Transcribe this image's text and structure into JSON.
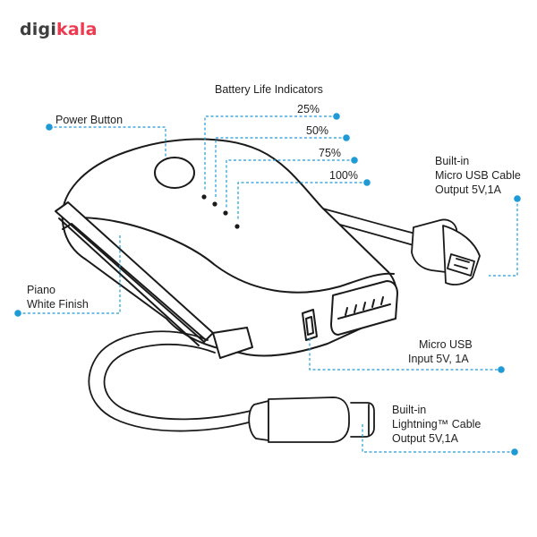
{
  "brand": {
    "logo_part1": "digi",
    "logo_part2": "kala",
    "logo_color_dark": "#3f3f3f",
    "logo_color_accent": "#ef394e"
  },
  "colors": {
    "outline": "#1a1a1a",
    "leader_line": "#1e9bd7",
    "text": "#222222"
  },
  "labels": {
    "battery_title": "Battery Life Indicators",
    "level_25": "25%",
    "level_50": "50%",
    "level_75": "75%",
    "level_100": "100%",
    "power_button": "Power Button",
    "usb_cable_line1": "Built-in",
    "usb_cable_line2": "Micro USB Cable",
    "usb_cable_line3": "Output 5V,1A",
    "finish_line1": "Piano",
    "finish_line2": "White Finish",
    "micro_usb_line1": "Micro USB",
    "micro_usb_line2": "Input 5V, 1A",
    "lightning_line1": "Built-in",
    "lightning_line2": "Lightning™ Cable",
    "lightning_line3": "Output 5V,1A"
  }
}
